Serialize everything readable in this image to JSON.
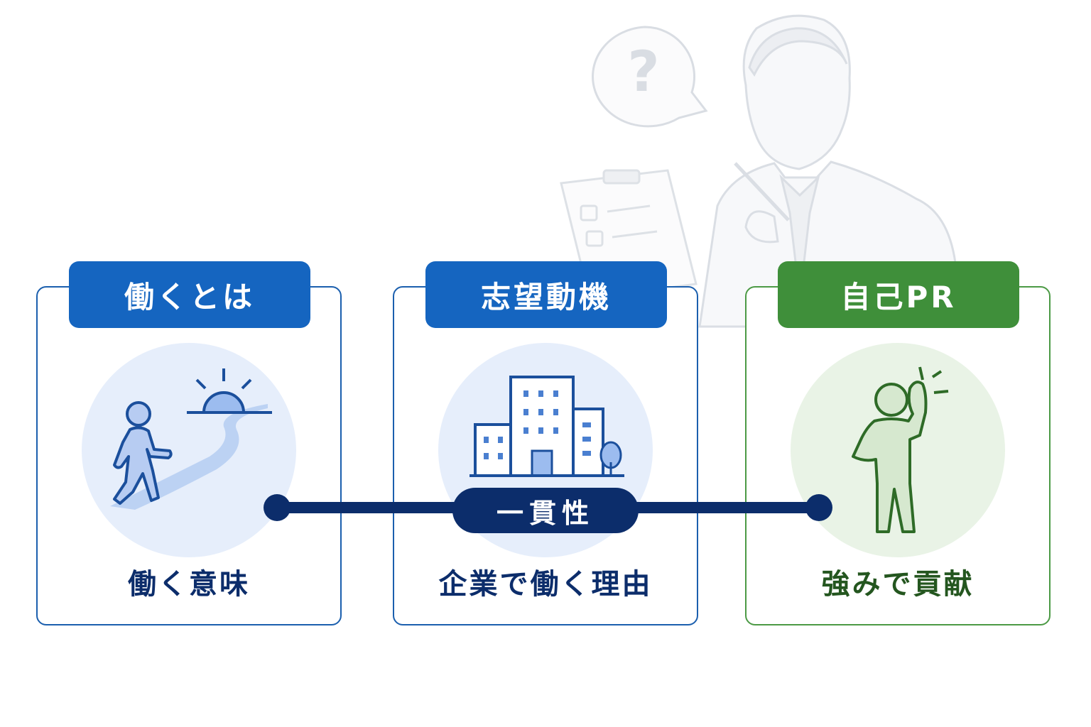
{
  "cards": [
    {
      "title": "働くとは",
      "caption": "働く意味",
      "icon": "walking-person-sunrise-icon",
      "accent": "#1565c0"
    },
    {
      "title": "志望動機",
      "caption": "企業で働く理由",
      "icon": "office-building-icon",
      "accent": "#1565c0"
    },
    {
      "title": "自己PR",
      "caption": "強みで貢献",
      "icon": "confident-person-icon",
      "accent": "#3f8f3a"
    }
  ],
  "connector": {
    "label": "一貫性",
    "color": "#0c2d6b"
  },
  "background": {
    "question_mark": "?",
    "icons": [
      "question-bubble-icon",
      "interviewer-icon",
      "clipboard-checklist-icon"
    ]
  }
}
